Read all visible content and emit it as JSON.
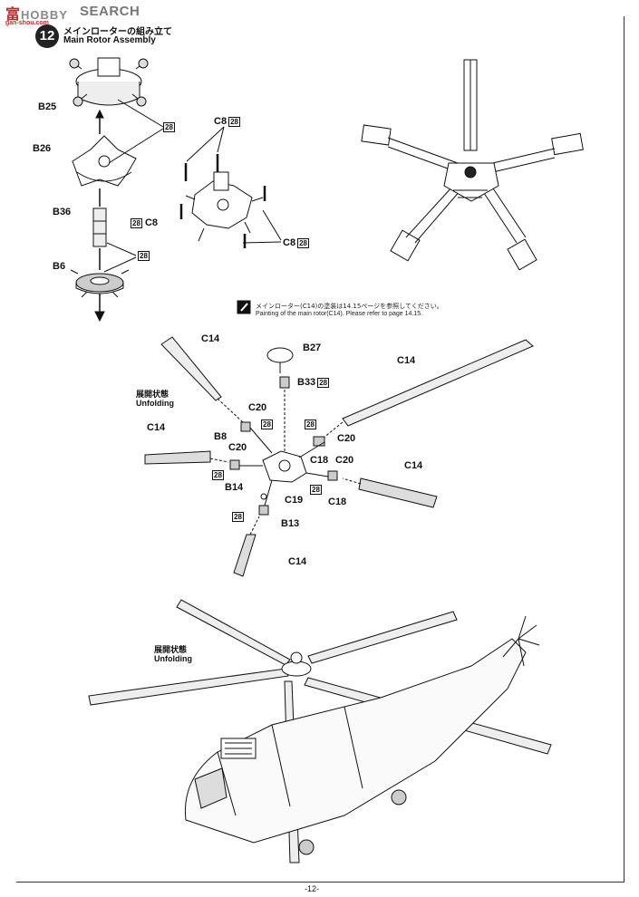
{
  "watermark": {
    "brand_left": "富",
    "brand_mid": "HOBBY",
    "brand_right": "SEARCH",
    "site": "gan-shou.com"
  },
  "step": {
    "number": "12",
    "title_jp": "メインローターの組み立て",
    "title_en": "Main Rotor Assembly"
  },
  "parts": {
    "b25": "B25",
    "b26": "B26",
    "b36": "B36",
    "b6": "B6",
    "c8": "C8",
    "b27": "B27",
    "b33": "B33",
    "c14": "C14",
    "c20": "C20",
    "b8": "B8",
    "b14": "B14",
    "c18": "C18",
    "c19": "C19",
    "b13": "B13",
    "badge": "28"
  },
  "paint_note": {
    "jp": "メインローター(C14)の塗装は14.15ページを参照してください。",
    "en": "Painting of the main rotor(C14). Please refer to page 14.15."
  },
  "unfolding": {
    "jp": "展開状態",
    "en": "Unfolding"
  },
  "page_number": "-12-"
}
